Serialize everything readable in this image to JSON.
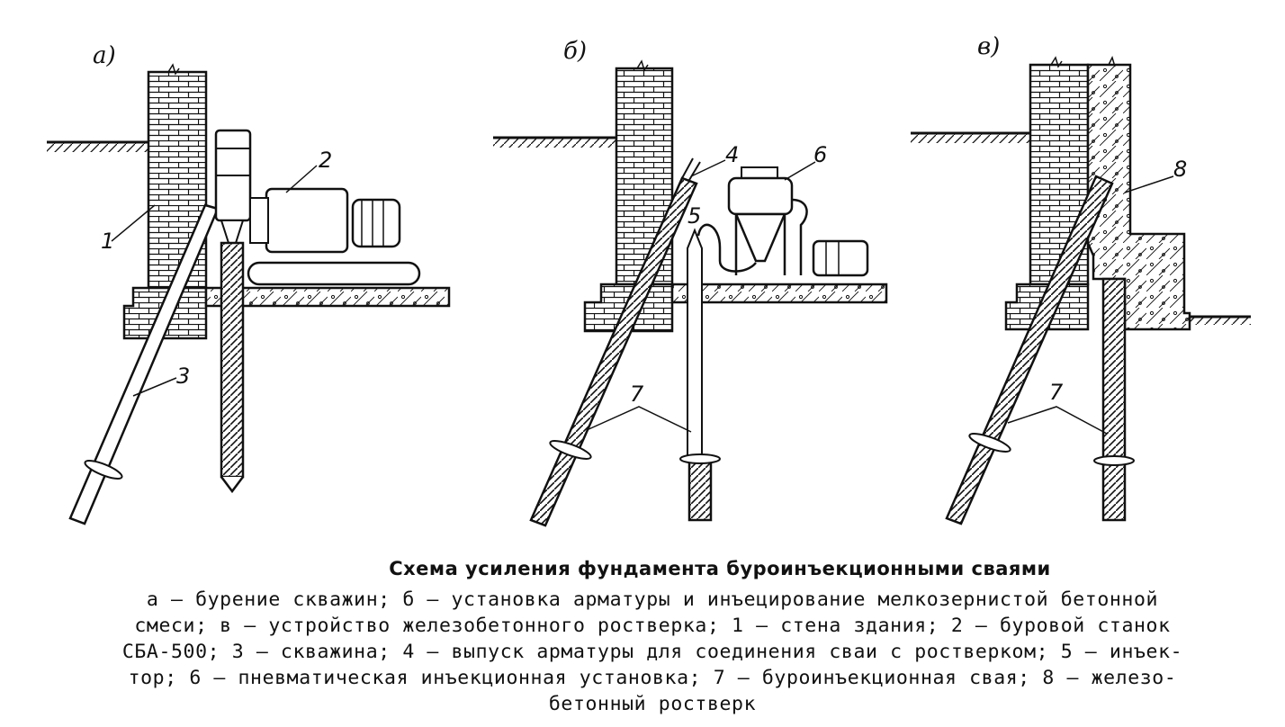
{
  "panels": [
    {
      "tag": "а)"
    },
    {
      "tag": "б)"
    },
    {
      "tag": "в)"
    }
  ],
  "labels": {
    "a": [
      "1",
      "2",
      "3"
    ],
    "b": [
      "4",
      "5",
      "6",
      "7"
    ],
    "c": [
      "8",
      "7"
    ]
  },
  "caption": {
    "title": "Схема усиления фундамента буроинъекционными сваями",
    "body": "а — бурение скважин; б — установка арматуры и инъецирование мелкозернистой бетонной\nсмеси; в — устройство железобетонного ростверка; 1 — стена здания; 2 — буровой станок\nСБА-500; 3 — скважина; 4 — выпуск арматуры для соединения сваи с ростверком; 5 — инъек-\nтор; 6 — пневматическая инъекционная установка; 7 — буроинъекционная свая; 8 — железо-\nбетонный ростверк"
  }
}
